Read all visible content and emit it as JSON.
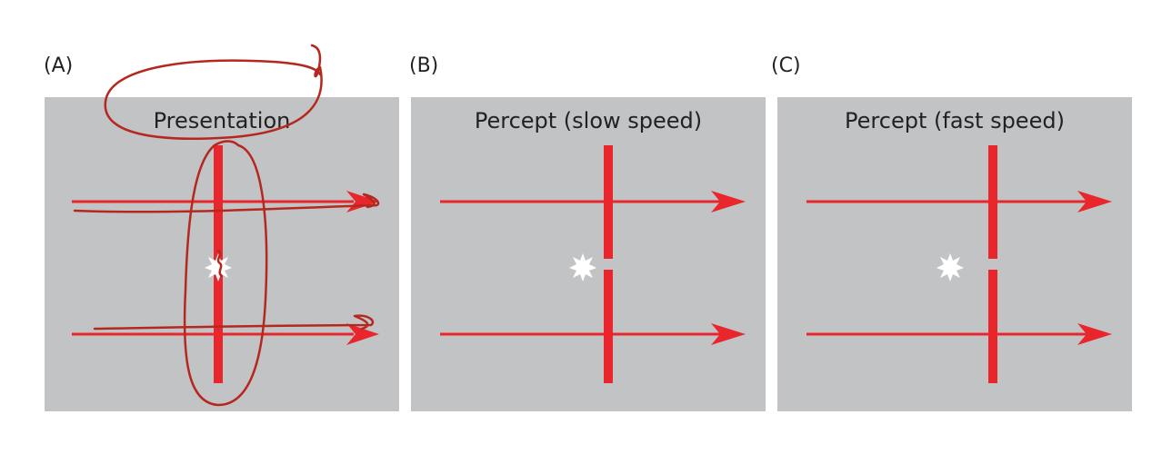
{
  "panels": [
    {
      "letter": "(A)",
      "title": "Presentation"
    },
    {
      "letter": "(B)",
      "title": "Percept (slow speed)"
    },
    {
      "letter": "(C)",
      "title": "Percept (fast speed)"
    }
  ],
  "colors": {
    "stimulus": "#e8262b",
    "panel_bg": "#c2c3c5",
    "flash": "#ffffff",
    "handwritten_annotation": "#b5281f"
  },
  "icons": [
    "arrow-right-icon",
    "flash-star-icon"
  ]
}
